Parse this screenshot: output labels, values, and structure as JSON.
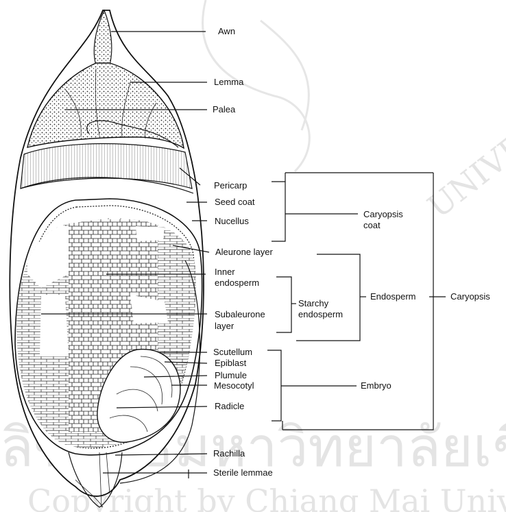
{
  "labels": {
    "awn": "Awn",
    "lemma": "Lemma",
    "palea": "Palea",
    "pericarp": "Pericarp",
    "seed_coat": "Seed coat",
    "nucellus": "Nucellus",
    "caryopsis_coat": [
      "Caryopsis",
      "coat"
    ],
    "aleurone_layer": "Aleurone layer",
    "inner_endosperm": [
      "Inner",
      "endosperm"
    ],
    "starchy_endosperm": [
      "Starchy",
      "endosperm"
    ],
    "endosperm": "Endosperm",
    "caryopsis": "Caryopsis",
    "subaleurone_layer": [
      "Subaleurone",
      "layer"
    ],
    "scutellum": "Scutellum",
    "epiblast": "Epiblast",
    "plumule": "Plumule",
    "mesocotyl": "Mesocotyl",
    "embryo": "Embryo",
    "radicle": "Radicle",
    "rachilla": "Rachilla",
    "sterile_lemmae": "Sterile lemmae"
  },
  "watermark": {
    "thai_text": "ลิขสิทธิ์มหาวิทยาลัยเชียงใหม่",
    "english_text": "Copyright by Chiang Mai University",
    "arc_text": "UNIVERSITY"
  }
}
